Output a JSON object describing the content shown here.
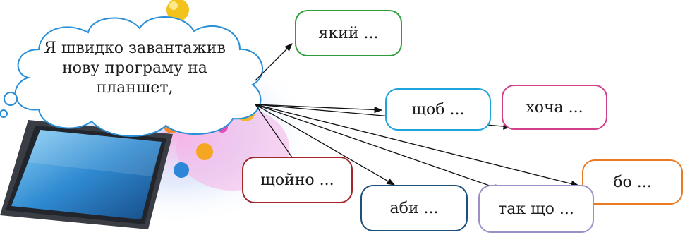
{
  "thought": {
    "lines": [
      "Я швидко завантажив",
      "нову програму на",
      "планшет,"
    ]
  },
  "boxes": {
    "yakyi": {
      "label": "який ...",
      "color": "#2e9e3c"
    },
    "shchob": {
      "label": "щоб ...",
      "color": "#1fa3dc"
    },
    "khocha": {
      "label": "хоча ...",
      "color": "#d43f8c"
    },
    "bo": {
      "label": "бо ...",
      "color": "#ea7a22"
    },
    "shchoino": {
      "label": "щойно ...",
      "color": "#a5262a"
    },
    "aby": {
      "label": "аби ...",
      "color": "#1e4f7c"
    },
    "tak_shcho": {
      "label": "так що ...",
      "color": "#9a8fc7"
    }
  },
  "colors": {
    "arrow": "#111111",
    "tablet": "#3a3d44",
    "screen": "#2f8ad1"
  }
}
